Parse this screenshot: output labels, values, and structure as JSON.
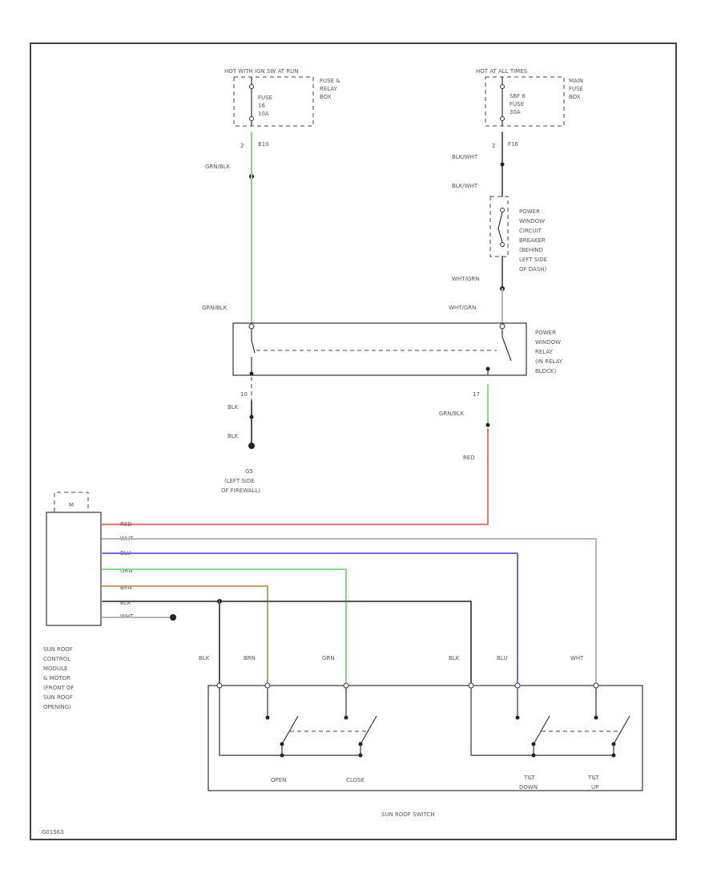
{
  "labels": {
    "hot_top_left": "HOT WITH IGN SW AT RUN",
    "hot_top_right": "HOT AT ALL TIMES",
    "fuse_relay_box": [
      "FUSE &",
      "RELAY",
      "BOX"
    ],
    "fuse_16": [
      "FUSE",
      "16",
      "10A"
    ],
    "main_fuse_box": [
      "MAIN",
      "FUSE",
      "BOX"
    ],
    "main_fuse": [
      "SBF 6",
      "FUSE",
      "30A"
    ],
    "pin_b10": "B10",
    "pin_2_left": "2",
    "pin_f16": "F16",
    "pin_2_right": "2",
    "pin_10": "10",
    "pin_17": "17",
    "cb_label": [
      "POWER",
      "WINDOW",
      "CIRCUIT",
      "BREAKER",
      "(BEHIND",
      "LEFT SIDE",
      "OF DASH)"
    ],
    "relay_label": [
      "POWER",
      "WINDOW",
      "RELAY",
      "(IN RELAY",
      "BLOCK)"
    ],
    "ground_label": [
      "G5",
      "(LEFT SIDE",
      "OF FIREWALL)"
    ],
    "motor_symbol": "M",
    "module_label": [
      "SUN ROOF",
      "CONTROL",
      "MODULE",
      "& MOTOR",
      "(FRONT OF",
      "SUN ROOF",
      "OPENING)"
    ],
    "switch_title": "SUN ROOF SWITCH",
    "open": "OPEN",
    "close": "CLOSE",
    "tilt_down": [
      "TILT",
      "DOWN"
    ],
    "tilt_up": [
      "TILT",
      "UP"
    ],
    "footer_code": "G01563"
  },
  "wires": {
    "grn_blk_a": "GRN/BLK",
    "grn_blk_b": "GRN/BLK",
    "grn_blk_c": "GRN/BLK",
    "blk_wht_a": "BLK/WHT",
    "blk_wht_b": "BLK/WHT",
    "wht_grn_a": "WHT/GRN",
    "wht_grn_b": "WHT/GRN",
    "blk_a": "BLK",
    "blk_b": "BLK",
    "red": "RED",
    "module_wires": [
      "RED",
      "WHT",
      "BLU",
      "GRN",
      "BRN",
      "BLK",
      "WHT"
    ],
    "switch_blk_a": "BLK",
    "switch_brn": "BRN",
    "switch_grn": "GRN",
    "switch_blk_b": "BLK",
    "switch_blu": "BLU",
    "switch_wht": "WHT"
  },
  "colors": {
    "green": "#7fe07f",
    "red": "#f27070",
    "blue": "#6c6cf2",
    "brown": "#c9a05a",
    "black": "#333333",
    "white_wire": "#b8b8b8"
  }
}
